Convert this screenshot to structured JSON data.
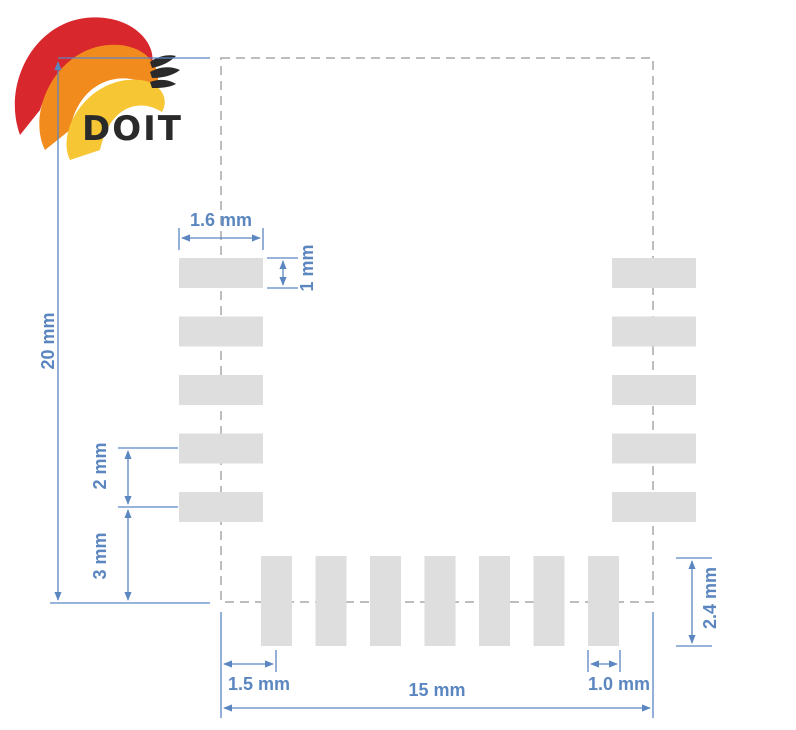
{
  "logo": {
    "text": "DOIT",
    "colors": {
      "red": "#d8272d",
      "orange": "#f28b1d",
      "yellow": "#f7c634",
      "dark": "#2a2a2a"
    }
  },
  "colors": {
    "outline": "#bdbdbd",
    "pad": "#dedede",
    "dimension": "#5b86c0"
  },
  "dimensions": {
    "height_total": "20 mm",
    "width_total": "15 mm",
    "side_pad_length": "1.6 mm",
    "side_pad_width": "1 mm",
    "side_pad_pitch": "2 mm",
    "side_pad_bottom_offset": "3 mm",
    "bottom_pad_height": "2.4 mm",
    "bottom_pad_left_offset": "1.5 mm",
    "bottom_pad_width": "1.0 mm"
  },
  "pads": {
    "left_count": 5,
    "right_count": 5,
    "bottom_count": 7
  }
}
